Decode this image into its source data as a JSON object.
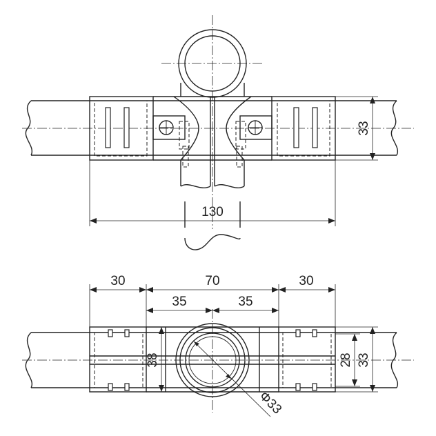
{
  "dimensions": {
    "top_height": "33",
    "top_overall_width": "130",
    "bottom_left_width": "30",
    "bottom_center_width": "70",
    "bottom_right_width": "30",
    "bottom_half_left": "35",
    "bottom_half_right": "35",
    "bottom_clamp_height": "38",
    "bottom_inner_height": "28",
    "bottom_outer_height": "33",
    "pipe_diameter": "Φ33"
  }
}
